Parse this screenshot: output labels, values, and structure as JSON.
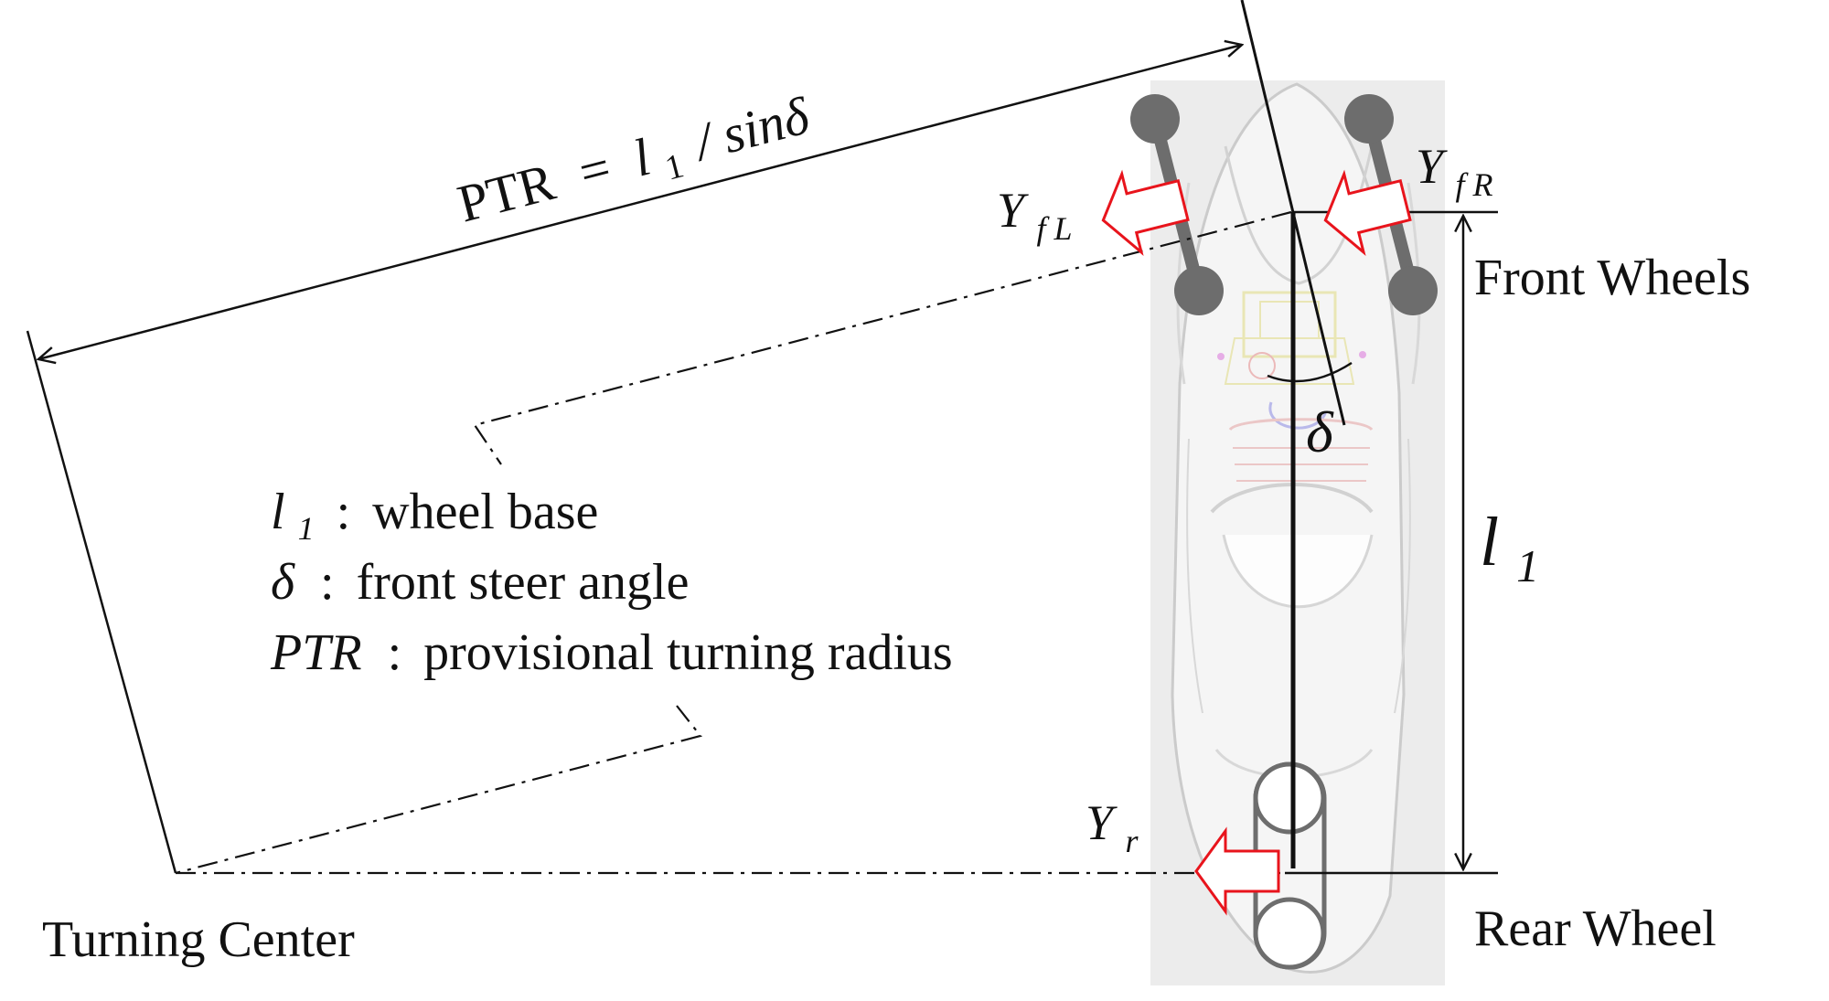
{
  "formula": {
    "lhs": "PTR",
    "eq": "=",
    "var": "l",
    "sub": "1",
    "rest": "/ sinδ"
  },
  "forces": {
    "front_left": {
      "main": "Y",
      "sub": "f L"
    },
    "front_right": {
      "main": "Y",
      "sub": "f R"
    },
    "rear": {
      "main": "Y",
      "sub": "r"
    }
  },
  "labels": {
    "front_wheels": "Front Wheels",
    "rear_wheel": "Rear Wheel",
    "turning_center": "Turning Center",
    "delta": "δ",
    "l1_var": "l",
    "l1_sub": "1"
  },
  "legend": [
    {
      "sym": "l",
      "sub": "1",
      "sep": ":",
      "desc": "wheel base"
    },
    {
      "sym": "δ",
      "sub": "",
      "sep": ":",
      "desc": "front steer angle"
    },
    {
      "sym": "PTR",
      "sub": "",
      "sep": ":",
      "desc": "provisional turning radius"
    }
  ],
  "colors": {
    "line": "#111111",
    "arrow_outline": "#e8141c",
    "wheel_fill": "#6d6d6d",
    "vehicle_bg": "#ececec"
  }
}
